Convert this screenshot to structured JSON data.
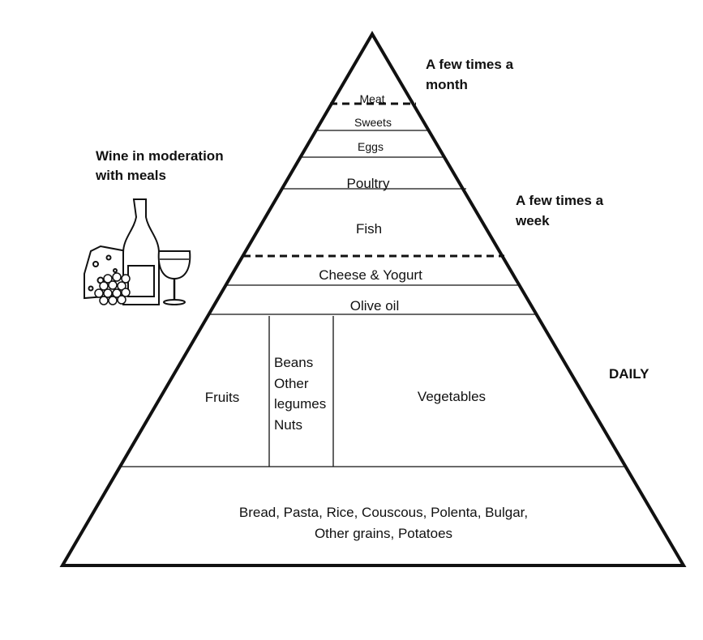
{
  "pyramid": {
    "tiers": {
      "meat": "Meat",
      "sweets": "Sweets",
      "eggs": "Eggs",
      "poultry": "Poultry",
      "fish": "Fish",
      "cheese_yogurt": "Cheese & Yogurt",
      "olive_oil": "Olive oil",
      "fruits": "Fruits",
      "beans": [
        "Beans",
        "Other",
        "legumes",
        "Nuts"
      ],
      "vegetables": "Vegetables",
      "grains": [
        "Bread, Pasta, Rice, Couscous, Polenta, Bulgar,",
        "Other grains, Potatoes"
      ]
    }
  },
  "frequency": {
    "month": [
      "A few times a",
      "month"
    ],
    "week": [
      "A few times a",
      "week"
    ],
    "daily": "DAILY"
  },
  "wine": {
    "caption": [
      "Wine in moderation",
      "with meals"
    ],
    "illustration": "wine-bottle-glass-cheese-grapes-icon"
  },
  "colors": {
    "ink": "#111111",
    "background": "#ffffff"
  }
}
